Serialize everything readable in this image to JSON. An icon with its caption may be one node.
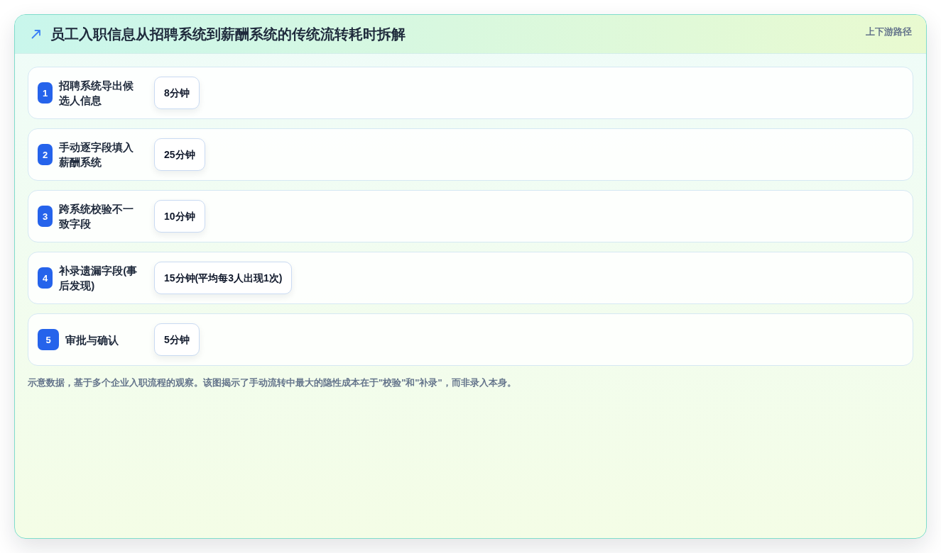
{
  "diagram": {
    "title": "员工入职信息从招聘系统到薪酬系统的传统流转耗时拆解",
    "nodes": [
      {
        "text": [
          "招聘系统导出候选人信息"
        ]
      },
      {
        "text": [
          "1"
        ],
        "in": 0
      },
      {
        "text": [
          "8分钟"
        ],
        "in": 0
      },
      {
        "text": [
          "手动逐字段填入薪酬系统"
        ]
      },
      {
        "text": [
          "2"
        ],
        "in": 3
      },
      {
        "text": [
          "25分钟"
        ],
        "in": 3
      },
      {
        "text": [
          "跨系统校验不一致字段"
        ]
      },
      {
        "text": [
          "3"
        ],
        "in": 6
      },
      {
        "text": [
          "10分钟"
        ],
        "in": 6
      },
      {
        "text": [
          "补录遗漏字段(事后发现)"
        ]
      },
      {
        "text": [
          "4"
        ],
        "in": 9
      },
      {
        "text": [
          "15分钟(平均每3人出现1次)"
        ],
        "in": 9
      },
      {
        "text": [
          "审批与确认"
        ]
      },
      {
        "text": [
          "5"
        ],
        "in": 12
      },
      {
        "text": [
          "5分钟"
        ],
        "in": 12
      }
    ],
    "labels": [
      "上下游路径"
    ],
    "caption": "示意数据，基于多个企业入职流程的观察。该图揭示了手动流转中最大的隐性成本在于\"校验\"和\"补录\"，而非录入本身。"
  }
}
